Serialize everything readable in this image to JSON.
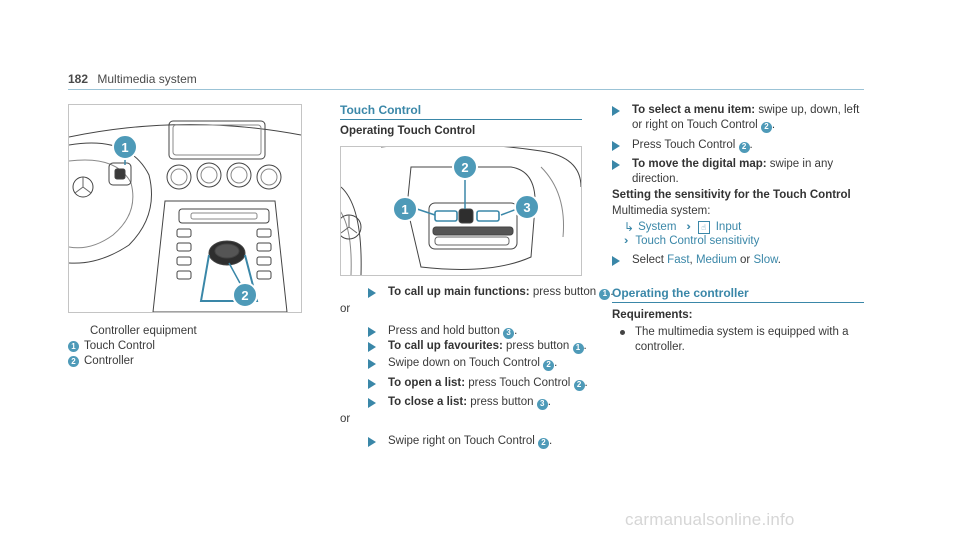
{
  "page": {
    "number": "182",
    "title": "Multimedia system"
  },
  "figure_left": {
    "caption": "Controller equipment",
    "callouts": [
      {
        "num": "1",
        "label": "Touch Control"
      },
      {
        "num": "2",
        "label": "Controller"
      }
    ]
  },
  "section_touch": {
    "title": "Touch Control",
    "subtitle": "Operating Touch Control",
    "figure_callouts": [
      "1",
      "2",
      "3"
    ],
    "steps": [
      {
        "bold": "To call up main functions:",
        "text": " press button ",
        "num": "1",
        "after": "."
      },
      {
        "or": "or"
      },
      {
        "bold": "",
        "text": "Press and hold button ",
        "num": "3",
        "after": "."
      },
      {
        "bold": "To call up favourites:",
        "text": " press button ",
        "num": "1",
        "after": "."
      },
      {
        "bold": "",
        "text": "Swipe down on Touch Control ",
        "num": "2",
        "after": "."
      },
      {
        "bold": "To open a list:",
        "text": " press Touch Control ",
        "num": "2",
        "after": "."
      },
      {
        "bold": "To close a list:",
        "text": " press button ",
        "num": "3",
        "after": "."
      },
      {
        "or": "or"
      },
      {
        "bold": "",
        "text": "Swipe right on Touch Control ",
        "num": "2",
        "after": "."
      }
    ]
  },
  "right_col": {
    "steps": [
      {
        "bold": "To select a menu item:",
        "line1": " swipe up, down, left",
        "line2": "or right on Touch Control ",
        "num": "2",
        "after": "."
      },
      {
        "text": "Press Touch Control ",
        "num": "2",
        "after": "."
      },
      {
        "bold": "To move the digital map:",
        "line1": " swipe in any",
        "line2": "direction."
      }
    ],
    "sensitivity_heading": "Setting the sensitivity for the Touch Control",
    "sensitivity_path_label": "Multimedia system:",
    "menu_path": {
      "system": "System",
      "input": "Input",
      "sensitivity": "Touch Control sensitivity"
    },
    "select_step": {
      "pre": "Select ",
      "options": [
        "Fast",
        "Medium",
        "Slow"
      ],
      "sep1": ", ",
      "sep2": " or ",
      "after": "."
    },
    "section2_title": "Operating the controller",
    "requirements_label": "Requirements:",
    "requirement_line1": "The multimedia system is equipped with a",
    "requirement_line2": "controller."
  },
  "watermark": "carmanualsonline.info",
  "colors": {
    "accent": "#3a87a8",
    "callout": "#4e9ab8"
  }
}
